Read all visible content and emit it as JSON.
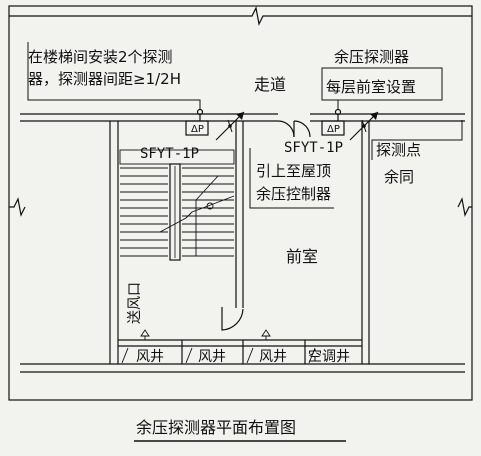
{
  "annotations": {
    "stair_note_line1": "在楼梯间安装2个探测",
    "stair_note_line2": "器，探测器间距≥1/2H",
    "corridor": "走道",
    "anteroom_note_line1": "余压探测器",
    "anteroom_note_line2": "每层前室设置",
    "probe_point": "探测点",
    "residual_same": "余同",
    "sensor_label_stair": "SFYT-1P",
    "sensor_label_anteroom": "SFYT-1P",
    "dp_symbol": "ΔP",
    "lead_up_line1": "引上至屋顶",
    "lead_up_line2": "余压控制器",
    "anteroom": "前室",
    "supply_vent": "送风口"
  },
  "shafts": [
    {
      "label": "风井"
    },
    {
      "label": "风井"
    },
    {
      "label": "风井"
    },
    {
      "label": "空调井"
    }
  ],
  "caption": "余压探测器平面布置图",
  "colors": {
    "line": "#111111",
    "background": "#f2f2ee"
  }
}
